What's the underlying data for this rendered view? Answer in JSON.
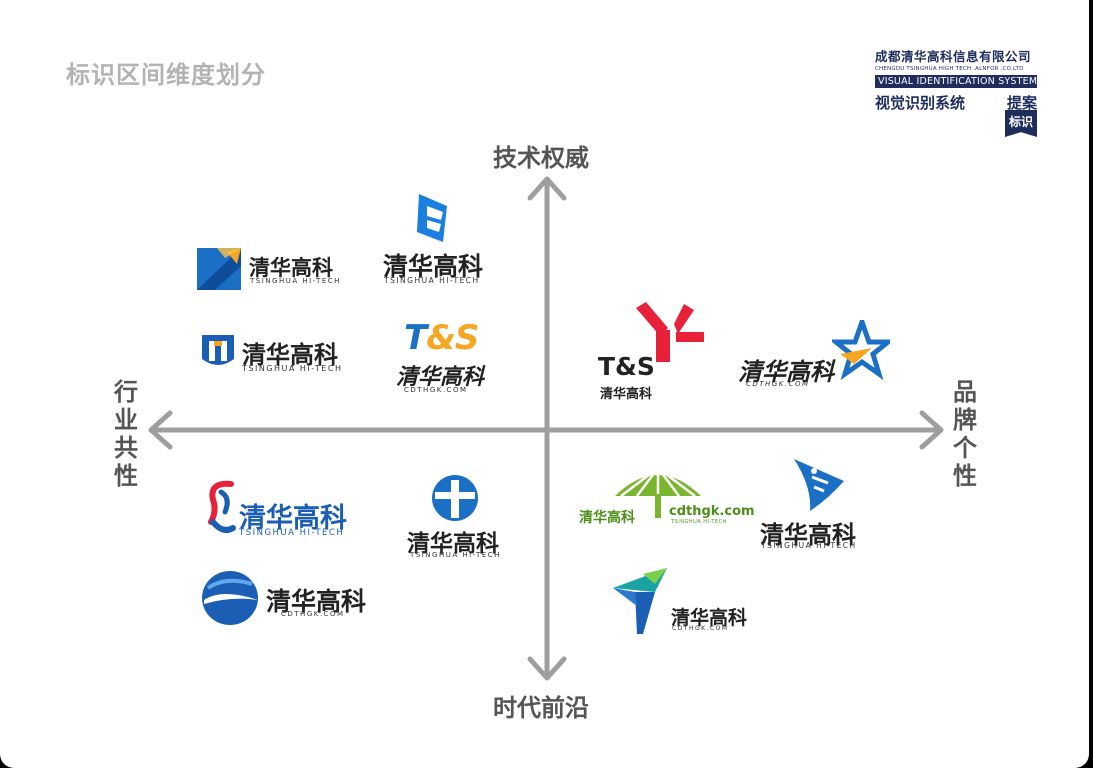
{
  "header": {
    "title": "标识区间维度划分",
    "company_cn": "成都清华高科信息有限公司",
    "company_en": "CHENGDU TSINGHUA HIGH TECH .ALNFOR .CO,LTD",
    "visual_system": "VISUAL IDENTIFICATION SYSTEM",
    "system_cn": "视觉识别系统",
    "proposal": "提案",
    "badge": "标识"
  },
  "axes": {
    "top": "技术权威",
    "bottom": "时代前沿",
    "left": "行业共性",
    "right": "品牌个性"
  },
  "logos": [
    {
      "name": "清华高科",
      "sub": "TSINGHUA HI-TECH"
    },
    {
      "name": "清华高科",
      "sub": "TSINGHUA HI-TECH"
    },
    {
      "name": "清华高科",
      "sub": "TSINGHUA HI-TECH"
    },
    {
      "name": "清华高科",
      "sub": "CDTHGK.COM",
      "mark": "T&S"
    },
    {
      "name": "清华高科",
      "mark": "T&S"
    },
    {
      "name": "清华高科",
      "sub": "CDTHGK.COM"
    },
    {
      "name": "清华高科",
      "sub": "TSINGHUA HI-TECH"
    },
    {
      "name": "清华高科",
      "sub": "TSINGHUA HI-TECH"
    },
    {
      "name": "清华高科",
      "sub": "cdthgk.com",
      "sub2": "TSINGHUA HI-TECH"
    },
    {
      "name": "清华高科",
      "sub": "TSINGHUA HI-TECH"
    },
    {
      "name": "清华高科",
      "sub": "CDTHGK.COM"
    },
    {
      "name": "清华高科",
      "sub": "CDTHGK.COM"
    }
  ],
  "colors": {
    "navy": "#1f2d5c",
    "axis": "#9e9e9e",
    "blue": "#1b6fc4",
    "orange": "#f5a623",
    "red": "#e8213a",
    "green": "#7ab52e"
  }
}
